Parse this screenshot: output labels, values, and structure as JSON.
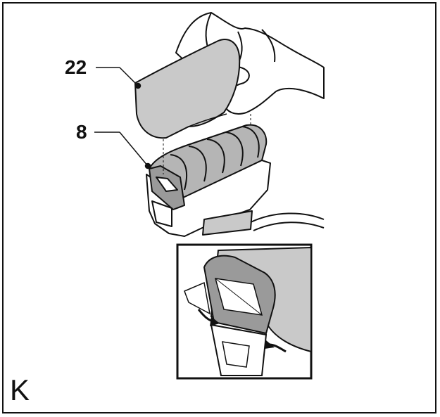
{
  "figure": {
    "letter": "K",
    "callouts": [
      {
        "id": "22",
        "label": "22"
      },
      {
        "id": "8",
        "label": "8"
      }
    ]
  },
  "colors": {
    "line": "#111111",
    "shade": "#c9c9c9",
    "shade_dark": "#9a9a9a",
    "paper": "#ffffff"
  }
}
